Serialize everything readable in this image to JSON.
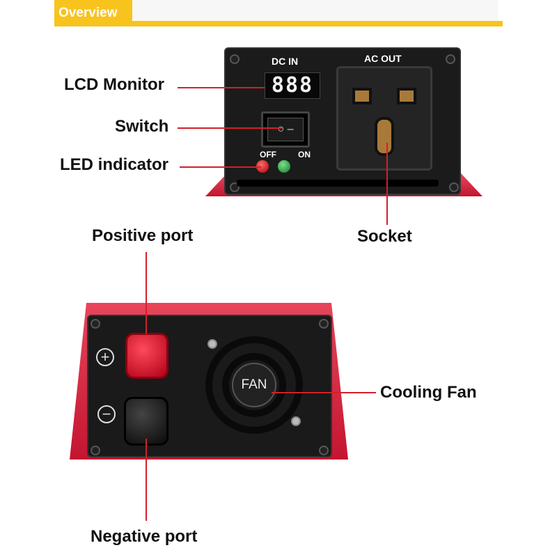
{
  "header": {
    "title": "Overview",
    "accent": "#f8c31c"
  },
  "top_device": {
    "dc_in": "DC IN",
    "ac_out": "AC OUT",
    "display": "888",
    "switch_off": "OFF",
    "switch_on": "ON",
    "labels": {
      "lcd": "LCD Monitor",
      "switch": "Switch",
      "led": "LED indicator",
      "socket": "Socket"
    }
  },
  "bottom_device": {
    "fan": "FAN",
    "plus": "+",
    "minus": "−",
    "labels": {
      "positive": "Positive port",
      "cooling": "Cooling Fan",
      "negative": "Negative port"
    }
  },
  "colors": {
    "body_red": "#d7263d",
    "panel": "#1a1a1a",
    "line": "#d3202a",
    "led_red": "#c8102e",
    "led_green": "#1a9a3a"
  }
}
